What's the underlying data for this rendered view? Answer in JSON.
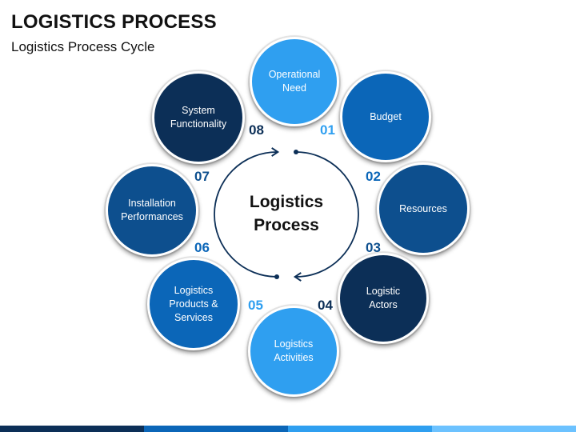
{
  "title": "LOGISTICS PROCESS",
  "subtitle": "Logistics Process Cycle",
  "center": "Logistics\nProcess",
  "colors": {
    "light": "#2f9ff0",
    "medium": "#0b66b8",
    "mid_dark": "#0d4f8e",
    "dark": "#0c2f57",
    "footer": [
      "#0c2f57",
      "#0b66b8",
      "#2f9ff0",
      "#6cc2ff"
    ]
  },
  "steps": [
    {
      "num": "01",
      "label": "Budget"
    },
    {
      "num": "02",
      "label": "Resources"
    },
    {
      "num": "03",
      "label": "Logistic\nActors"
    },
    {
      "num": "04",
      "label": "Logistics\nActivities"
    },
    {
      "num": "05",
      "label": "Logistics\nProducts &\nServices"
    },
    {
      "num": "06",
      "label": "Installation\nPerformances"
    },
    {
      "num": "07",
      "label": "System\nFunctionality"
    },
    {
      "num": "08",
      "label": "Operational\nNeed"
    }
  ]
}
